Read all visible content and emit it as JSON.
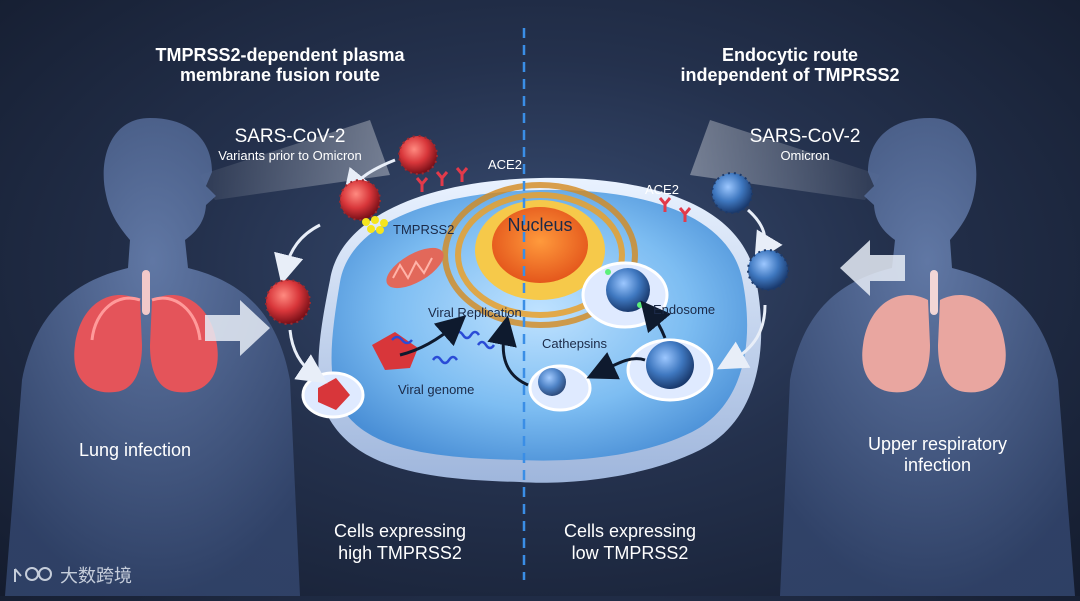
{
  "left": {
    "title_line1": "TMPRSS2-dependent plasma",
    "title_line2": "membrane fusion route",
    "virus_name": "SARS-CoV-2",
    "virus_variant": "Variants prior to Omicron",
    "infection": "Lung infection",
    "cell_caption_line1": "Cells expressing",
    "cell_caption_line2": "high TMPRSS2"
  },
  "right": {
    "title_line1": "Endocytic route",
    "title_line2": "independent of TMPRSS2",
    "virus_name": "SARS-CoV-2",
    "virus_variant": "Omicron",
    "infection_line1": "Upper respiratory",
    "infection_line2": "infection",
    "cell_caption_line1": "Cells expressing",
    "cell_caption_line2": "low TMPRSS2"
  },
  "cell_labels": {
    "ace2_left": "ACE2",
    "ace2_right": "ACE2",
    "tmprss2": "TMPRSS2",
    "nucleus": "Nucleus",
    "viral_replication": "Viral Replication",
    "viral_genome": "Viral genome",
    "cathepsins": "Cathepsins",
    "endosome": "Endosome"
  },
  "watermark": {
    "text": "大数跨境",
    "logo_icon": "brand-logo-icon"
  },
  "colors": {
    "virus_red": "#d8363a",
    "virus_blue": "#3f78c0",
    "cell_blue": "#6fb2ee",
    "divider": "#3a8ee6"
  }
}
